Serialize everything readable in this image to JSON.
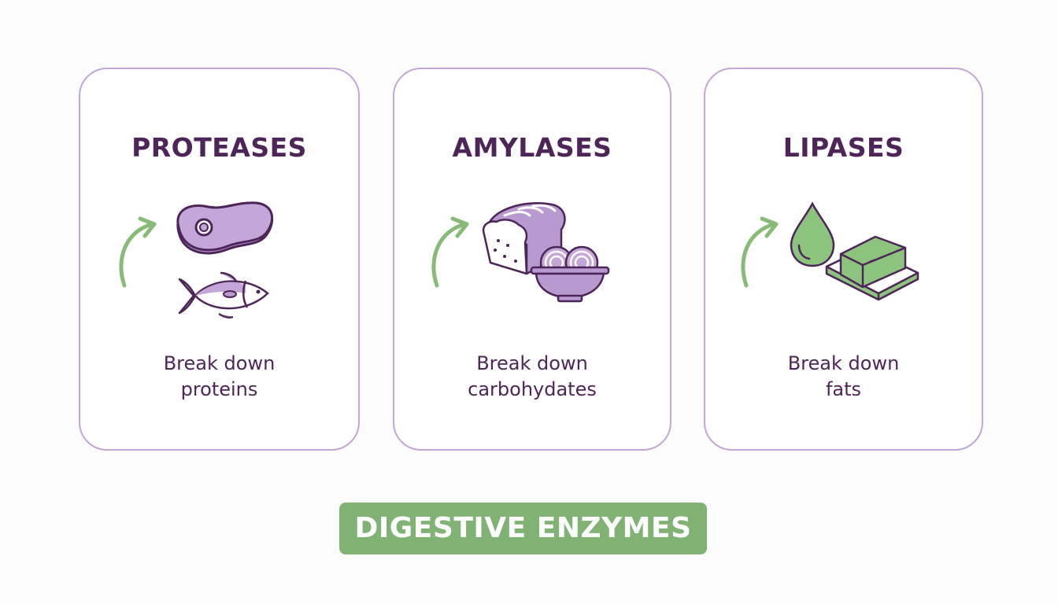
{
  "cards": [
    {
      "title": "PROTEASES",
      "desc_line1": "Break down",
      "desc_line2": "proteins",
      "icons": [
        "curved-arrow-icon",
        "steak-icon",
        "fish-icon"
      ]
    },
    {
      "title": "AMYLASES",
      "desc_line1": "Break down",
      "desc_line2": "carbohydates",
      "icons": [
        "curved-arrow-icon",
        "bread-icon",
        "noodle-bowl-icon"
      ]
    },
    {
      "title": "LIPASES",
      "desc_line1": "Break down",
      "desc_line2": "fats",
      "icons": [
        "curved-arrow-icon",
        "oil-drop-icon",
        "butter-icon"
      ]
    }
  ],
  "banner": {
    "label": "DIGESTIVE ENZYMES"
  },
  "colors": {
    "purple_text": "#4e2558",
    "card_border": "#c2a6d6",
    "icon_purple": "#b99ad0",
    "icon_green": "#8cc47e",
    "arrow_green": "#86bb78",
    "banner_green": "#80b373"
  }
}
